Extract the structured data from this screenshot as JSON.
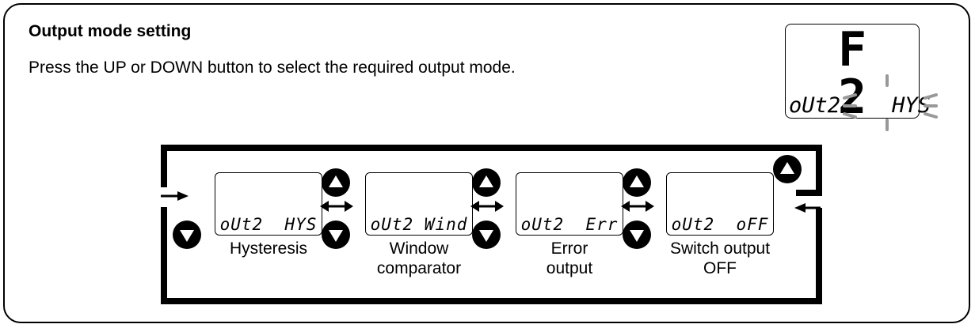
{
  "title": "Output mode setting",
  "description": "Press the UP or DOWN button to select the required output mode.",
  "corner_display": {
    "top": "F 2",
    "bottom_left": "oUt2",
    "bottom_right": "HYS"
  },
  "modes": [
    {
      "display": "oUt2  HYS",
      "label": "Hysteresis"
    },
    {
      "display": "oUt2 Wind",
      "label": "Window\ncomparator"
    },
    {
      "display": "oUt2  Err",
      "label": "Error\noutput"
    },
    {
      "display": "oUt2  oFF",
      "label": "Switch output\nOFF"
    }
  ],
  "icons": {
    "up_button": "up-triangle-button-icon",
    "down_button": "down-triangle-button-icon",
    "bidirectional": "double-arrow-icon"
  }
}
